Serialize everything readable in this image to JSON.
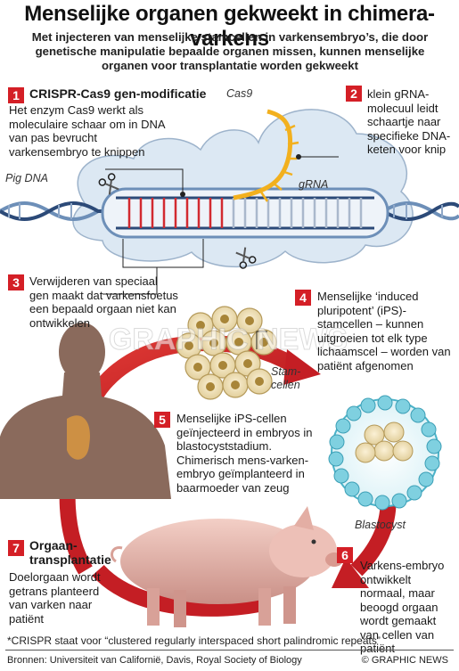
{
  "title": "Menselijke organen gekweekt in chimera-varkens",
  "subtitle": "Met injecteren van menselijke stamcellen in varkensembryo’s, die door genetische manipulatie bepaalde organen missen, kunnen menselijke organen voor transplantatie worden gekweekt",
  "steps": [
    {
      "num": "1",
      "title": "CRISPR-Cas9 gen-modificatie",
      "text": "Het enzym Cas9 werkt als moleculaire schaar om in DNA van pas bevrucht varkensembryo te knippen"
    },
    {
      "num": "2",
      "text": "klein gRNA-molecuul leidt schaartje naar specifieke DNA-keten voor knip"
    },
    {
      "num": "3",
      "text": "Verwijderen van speciaal gen maakt dat varkensfoetus een bepaald orgaan niet kan ontwikkelen"
    },
    {
      "num": "4",
      "text": "Menselijke ‘induced pluripotent’ (iPS)-stamcellen – kunnen uitgroeien tot elk type lichaamscel – worden van patiënt afgenomen"
    },
    {
      "num": "5",
      "text": "Menselijke iPS-cellen geïnjecteerd in embryos in blastocyststadium. Chimerisch mens-varken-embryo geïmplanteerd in baarmoeder van zeug"
    },
    {
      "num": "6",
      "text": "Varkens-embryo ontwikkelt normaal, maar beoogd orgaan wordt gemaakt van cellen van patiënt"
    },
    {
      "num": "7",
      "title": "Orgaan-transplantatie",
      "text": "Doelorgaan wordt getrans planteerd van varken naar patiënt"
    }
  ],
  "labels": {
    "cas9": "Cas9",
    "grna": "gRNA",
    "pigdna": "Pig DNA",
    "stamcellen": "Stam-cellen",
    "blastocyst": "Blastocyst"
  },
  "footnote": "*CRISPR staat voor “clustered regularly interspaced short palindromic repeats”",
  "sources": "Bronnen: Universiteit van Californië, Davis, Royal Society of Biology",
  "credit": "© GRAPHIC NEWS",
  "watermark": "GRAPHIC NEWS",
  "colors": {
    "accent": "#d41f26",
    "cloud": "#dde8f2",
    "dna_blue": "#6d8fb8",
    "grna": "#f2b01e",
    "skin": "#8a6a5c",
    "pig": "#e8b6ad"
  }
}
